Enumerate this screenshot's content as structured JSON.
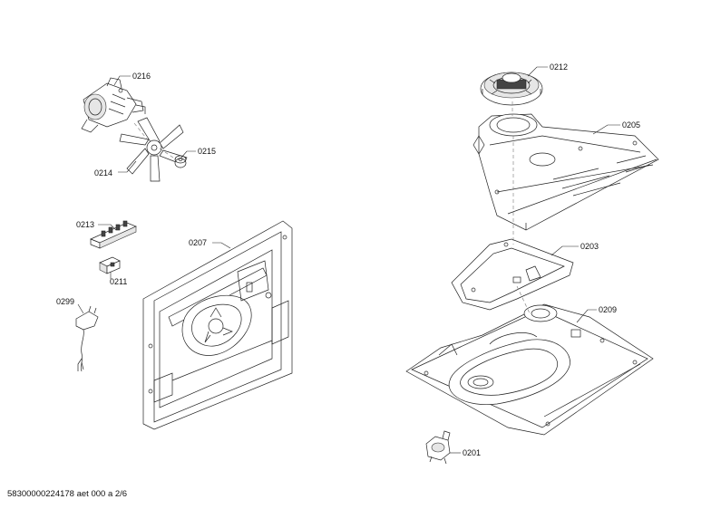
{
  "parts": [
    {
      "id": "p0216",
      "label": "0216"
    },
    {
      "id": "p0214",
      "label": "0214"
    },
    {
      "id": "p0215",
      "label": "0215"
    },
    {
      "id": "p0213",
      "label": "0213"
    },
    {
      "id": "p0211",
      "label": "0211"
    },
    {
      "id": "p0299",
      "label": "0299"
    },
    {
      "id": "p0207",
      "label": "0207"
    },
    {
      "id": "p0212",
      "label": "0212"
    },
    {
      "id": "p0205",
      "label": "0205"
    },
    {
      "id": "p0203",
      "label": "0203"
    },
    {
      "id": "p0209",
      "label": "0209"
    },
    {
      "id": "p0201",
      "label": "0201"
    }
  ],
  "footer": {
    "text": "58300000224178 aet 000 a 2/6"
  }
}
